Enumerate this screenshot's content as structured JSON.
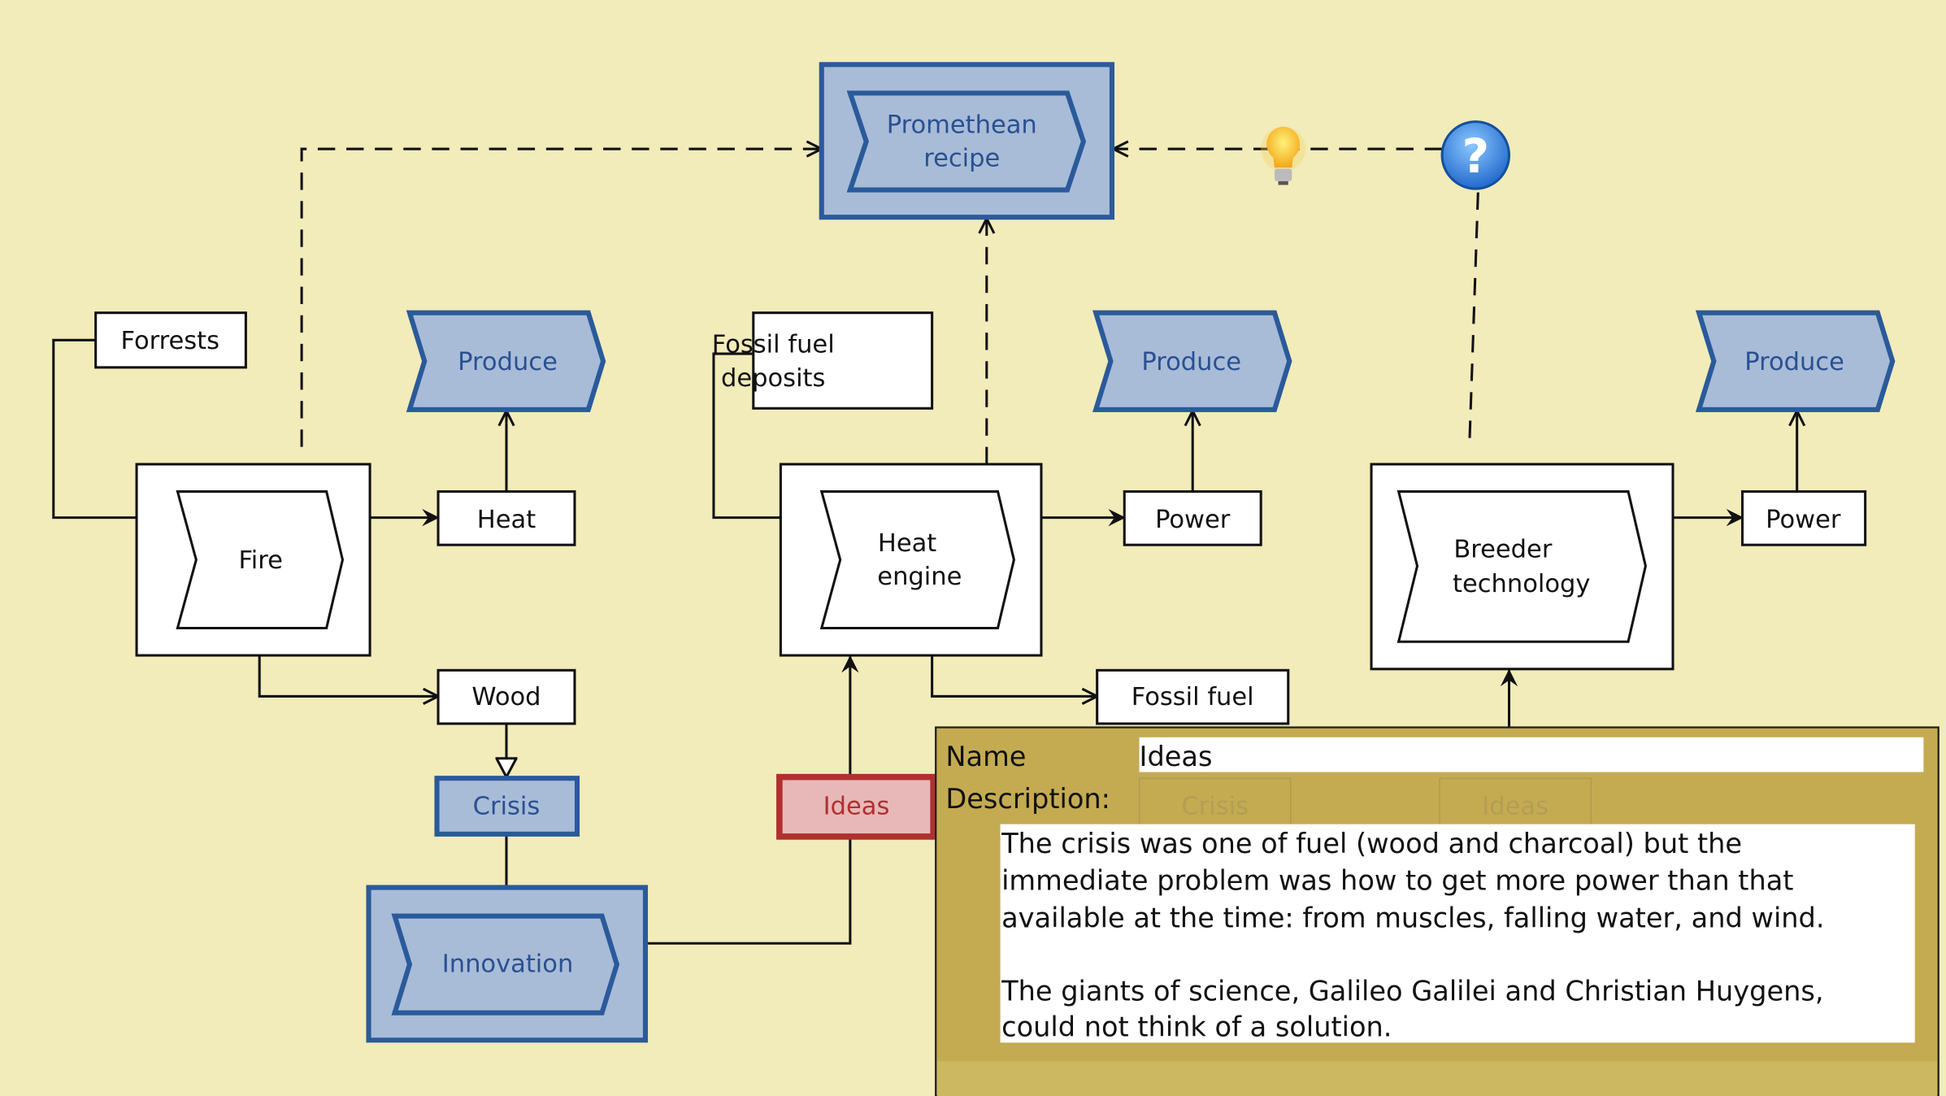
{
  "colors": {
    "background": "#f2ebba",
    "process_fill": "#a8bcd8",
    "process_border": "#2a5a9a",
    "problem_fill": "#e8b8b8",
    "problem_border": "#b03030",
    "panel": "#c4ab52"
  },
  "nodes": {
    "promethean": [
      "Promethean",
      "recipe"
    ],
    "forrests": "Forrests",
    "produce1": "Produce",
    "fire": "Fire",
    "heat": "Heat",
    "wood": "Wood",
    "crisis": "Crisis",
    "innovation": "Innovation",
    "fossil_deposits": [
      "Fossil fuel",
      "deposits"
    ],
    "produce2": "Produce",
    "heat_engine": [
      "Heat",
      "engine"
    ],
    "power1": "Power",
    "fossil_fuel": "Fossil fuel",
    "ideas": "Ideas",
    "breeder": [
      "Breeder",
      "technology"
    ],
    "power2": "Power",
    "produce3": "Produce"
  },
  "icons": {
    "bulb": "lightbulb-icon",
    "question": "question-icon"
  },
  "panel": {
    "name_label": "Name",
    "name_value": "Ideas",
    "description_label": "Description:",
    "ghost_labels": [
      "Crisis",
      "Ideas"
    ],
    "description_lines": [
      "The crisis was one of fuel (wood and charcoal) but the",
      "immediate problem was how to get more power than that",
      "available at the time: from muscles, falling water, and wind.",
      "",
      "The giants of science, Galileo Galilei and Christian Huygens,",
      "could not think of a solution."
    ]
  }
}
